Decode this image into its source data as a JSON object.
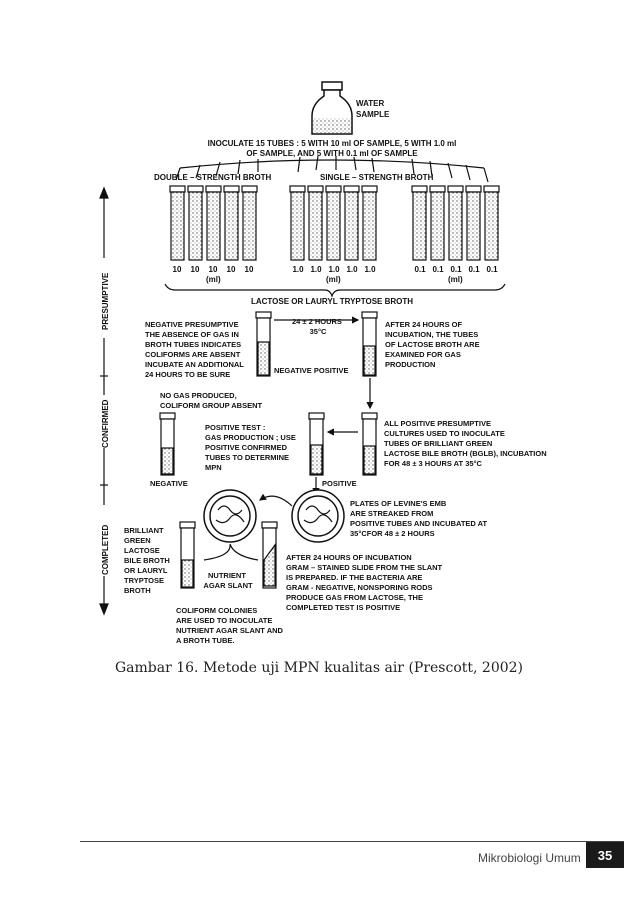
{
  "figure": {
    "water_sample": [
      "WATER",
      "SAMPLE"
    ],
    "inoculate": [
      "INOCULATE 15 TUBES : 5 WITH 10 ml OF SAMPLE, 5 WITH 1.0 ml",
      "OF SAMPLE, AND 5 WITH 0.1 ml OF SAMPLE"
    ],
    "double_strength": "DOUBLE – STRENGTH BROTH",
    "single_strength": "SINGLE – STRENGTH BROTH",
    "volumes_10": [
      "10",
      "10",
      "10",
      "10",
      "10"
    ],
    "volumes_1": [
      "1.0",
      "1.0",
      "1.0",
      "1.0",
      "1.0"
    ],
    "volumes_01": [
      "0.1",
      "0.1",
      "0.1",
      "0.1",
      "0.1"
    ],
    "unit_ml": "(ml)",
    "lactose_broth": "LACTOSE OR LAURYL TRYPTOSE BROTH",
    "side_labels": [
      "PRESUMPTIVE",
      "CONFIRMED",
      "COMPLETED"
    ],
    "negative_presumptive": [
      "NEGATIVE PRESUMPTIVE",
      "THE ABSENCE OF GAS IN",
      "BROTH TUBES INDICATES",
      "COLIFORMS ARE ABSENT",
      "INCUBATE AN ADDITIONAL",
      "24 HOURS TO BE SURE"
    ],
    "hours_24": [
      "24 ± 2 HOURS",
      "35°C"
    ],
    "after_24": [
      "AFTER 24 HOURS OF",
      "INCUBATION, THE TUBES",
      "OF LACTOSE BROTH ARE",
      "EXAMINED FOR GAS",
      "PRODUCTION"
    ],
    "negative_positive": "NEGATIVE  POSITIVE",
    "no_gas": [
      "NO GAS PRODUCED,",
      "COLIFORM GROUP ABSENT"
    ],
    "all_positive": [
      "ALL POSITIVE PRESUMPTIVE",
      "CULTURES USED TO INOCULATE",
      "TUBES OF BRILLIANT GREEN",
      "LACTOSE BILE BROTH (BGLB), INCUBATION",
      "FOR 48 ± 3 HOURS AT 35°C"
    ],
    "positive_test": [
      "POSITIVE TEST :",
      "GAS PRODUCTION ; USE",
      "POSITIVE CONFIRMED",
      "TUBES TO DETERMINE",
      "MPN"
    ],
    "negative": "NEGATIVE",
    "positive": "POSITIVE",
    "plates": [
      "PLATES OF LEVINE'S EMB",
      "ARE STREAKED FROM",
      "POSITIVE TUBES AND INCUBATED AT",
      "35°CFOR 48 ± 2 HOURS"
    ],
    "brilliant": [
      "BRILLIANT",
      "GREEN",
      "LACTOSE",
      "BILE BROTH",
      "OR LAURYL",
      "TRYPTOSE",
      "BROTH"
    ],
    "nutrient": [
      "NUTRIENT",
      "AGAR SLANT"
    ],
    "after_24_incubation": [
      "AFTER 24 HOURS OF INCUBATION",
      "GRAM – STAINED SLIDE FROM THE SLANT",
      "IS PREPARED. IF THE BACTERIA ARE",
      "GRAM - NEGATIVE, NONSPORING RODS",
      "PRODUCE GAS FROM LACTOSE, THE",
      "COMPLETED TEST IS POSITIVE"
    ],
    "coliform_colonies": [
      "COLIFORM COLONIES",
      "ARE USED TO INOCULATE",
      "NUTRIENT AGAR SLANT AND",
      "A BROTH TUBE."
    ]
  },
  "caption": "Gambar 16. Metode uji MPN kualitas air (Prescott, 2002)",
  "footer": {
    "title": "Mikrobiologi Umum",
    "page": "35"
  }
}
